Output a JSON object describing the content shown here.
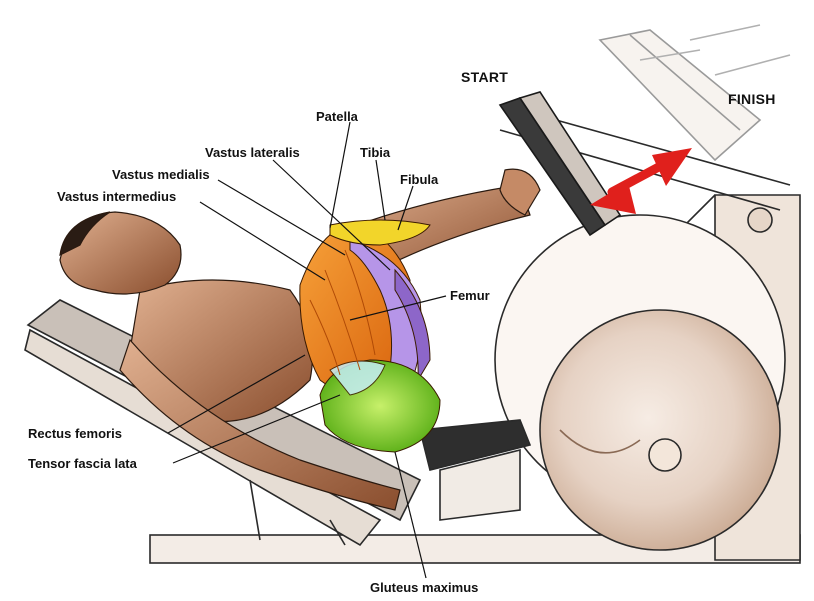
{
  "labels": {
    "start": "START",
    "finish": "FINISH",
    "patella": "Patella",
    "vastus_lateralis": "Vastus lateralis",
    "tibia": "Tibia",
    "vastus_medialis": "Vastus medialis",
    "fibula": "Fibula",
    "vastus_intermedius": "Vastus intermedius",
    "femur": "Femur",
    "rectus_femoris": "Rectus femoris",
    "tensor_fascia_lata": "Tensor fascia lata",
    "gluteus_maximus": "Gluteus maximus"
  },
  "colors": {
    "arrow": "#e0201c",
    "quad_orange": "#f08a1c",
    "bone_purple": "#b089e0",
    "glute_green": "#7dd21a",
    "tibia_yellow": "#f2d52a",
    "skin": "#c98a5e",
    "machine_line": "#2a2a2a"
  }
}
